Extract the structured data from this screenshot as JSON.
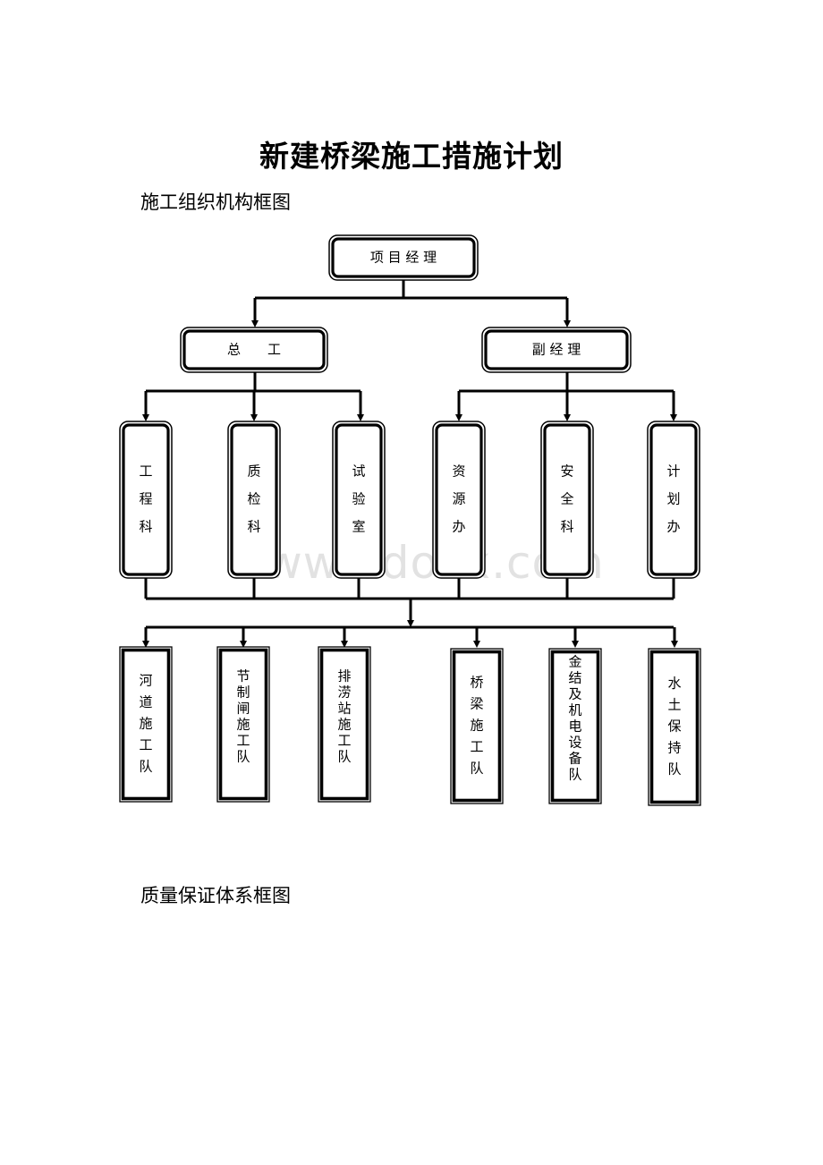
{
  "page": {
    "title": "新建桥梁施工措施计划",
    "section_org": "施工组织机构框图",
    "section_quality": "质量保证体系框图",
    "watermark": "www.bdocx.com"
  },
  "org_chart": {
    "top": "项 目 经 理",
    "level2": [
      "总　　工",
      "副 经 理"
    ],
    "departments": [
      "工程科",
      "质检科",
      "试验室",
      "资源办",
      "安全科",
      "计划办"
    ],
    "teams": [
      "河道施工队",
      "节制闸施工队",
      "排涝站施工队",
      "桥梁施工队",
      "金结及机电设备队",
      "水土保持队"
    ]
  }
}
